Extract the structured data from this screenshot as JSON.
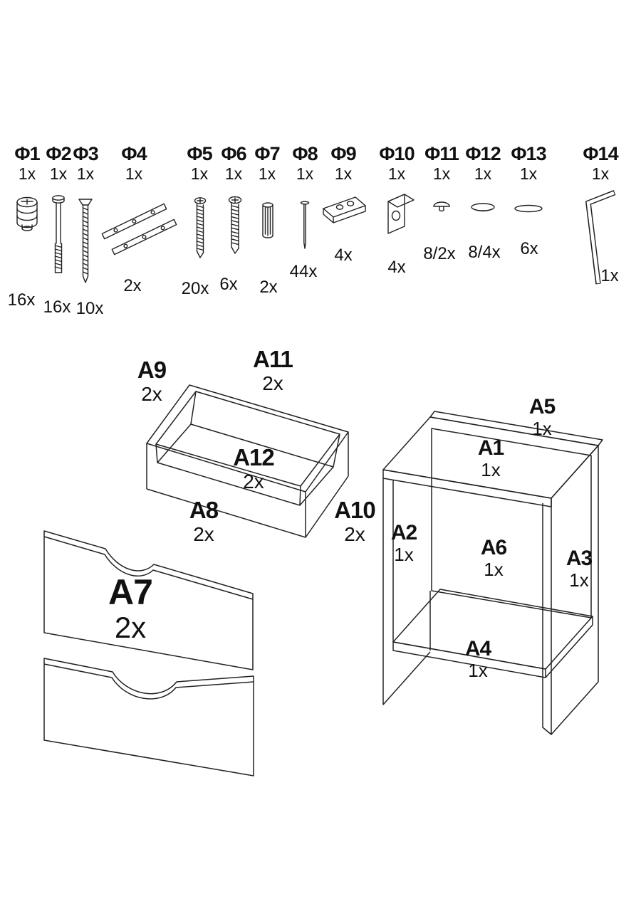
{
  "hardware": [
    {
      "id": "Φ1",
      "scale": "1x",
      "qty": "16x"
    },
    {
      "id": "Φ2",
      "scale": "1x",
      "qty": "16x"
    },
    {
      "id": "Φ3",
      "scale": "1x",
      "qty": "10x"
    },
    {
      "id": "Φ4",
      "scale": "1x",
      "qty": "2x"
    },
    {
      "id": "Φ5",
      "scale": "1x",
      "qty": "20x"
    },
    {
      "id": "Φ6",
      "scale": "1x",
      "qty": "6x"
    },
    {
      "id": "Φ7",
      "scale": "1x",
      "qty": "2x"
    },
    {
      "id": "Φ8",
      "scale": "1x",
      "qty": "44x"
    },
    {
      "id": "Φ9",
      "scale": "1x",
      "qty": "4x"
    },
    {
      "id": "Φ10",
      "scale": "1x",
      "qty": "4x"
    },
    {
      "id": "Φ11",
      "scale": "1x",
      "qty": "8/2x"
    },
    {
      "id": "Φ12",
      "scale": "1x",
      "qty": "8/4x"
    },
    {
      "id": "Φ13",
      "scale": "1x",
      "qty": "6x"
    },
    {
      "id": "Φ14",
      "scale": "1x",
      "qty": "1x"
    }
  ],
  "panels": {
    "drawer_box": [
      {
        "id": "A9",
        "qty": "2x"
      },
      {
        "id": "A11",
        "qty": "2x"
      },
      {
        "id": "A12",
        "qty": "2x"
      },
      {
        "id": "A8",
        "qty": "2x"
      },
      {
        "id": "A10",
        "qty": "2x"
      }
    ],
    "cabinet": [
      {
        "id": "A5",
        "qty": "1x"
      },
      {
        "id": "A1",
        "qty": "1x"
      },
      {
        "id": "A2",
        "qty": "1x"
      },
      {
        "id": "A6",
        "qty": "1x"
      },
      {
        "id": "A3",
        "qty": "1x"
      },
      {
        "id": "A4",
        "qty": "1x"
      }
    ],
    "drawer_front": {
      "id": "A7",
      "qty": "2x"
    }
  }
}
